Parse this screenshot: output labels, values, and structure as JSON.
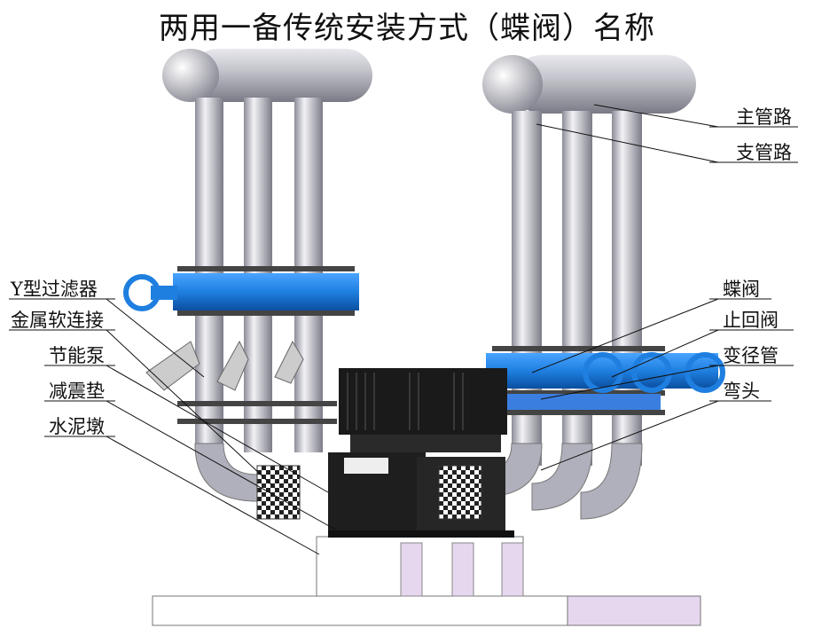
{
  "title": "两用一备传统安装方式（蝶阀）名称",
  "left_labels": [
    "Y型过滤器",
    "金属软连接",
    "节能泵",
    "减震垫",
    "水泥墩"
  ],
  "right_labels": [
    "主管路",
    "支管路",
    "蝶阀",
    "止回阀",
    "变径管",
    "弯头"
  ],
  "colors": {
    "valve_blue": "#1f7fe0",
    "pipe_gray": "#b8b8c4",
    "motor_black": "#1a1a1a",
    "base_lavender": "#e6d6ee"
  }
}
